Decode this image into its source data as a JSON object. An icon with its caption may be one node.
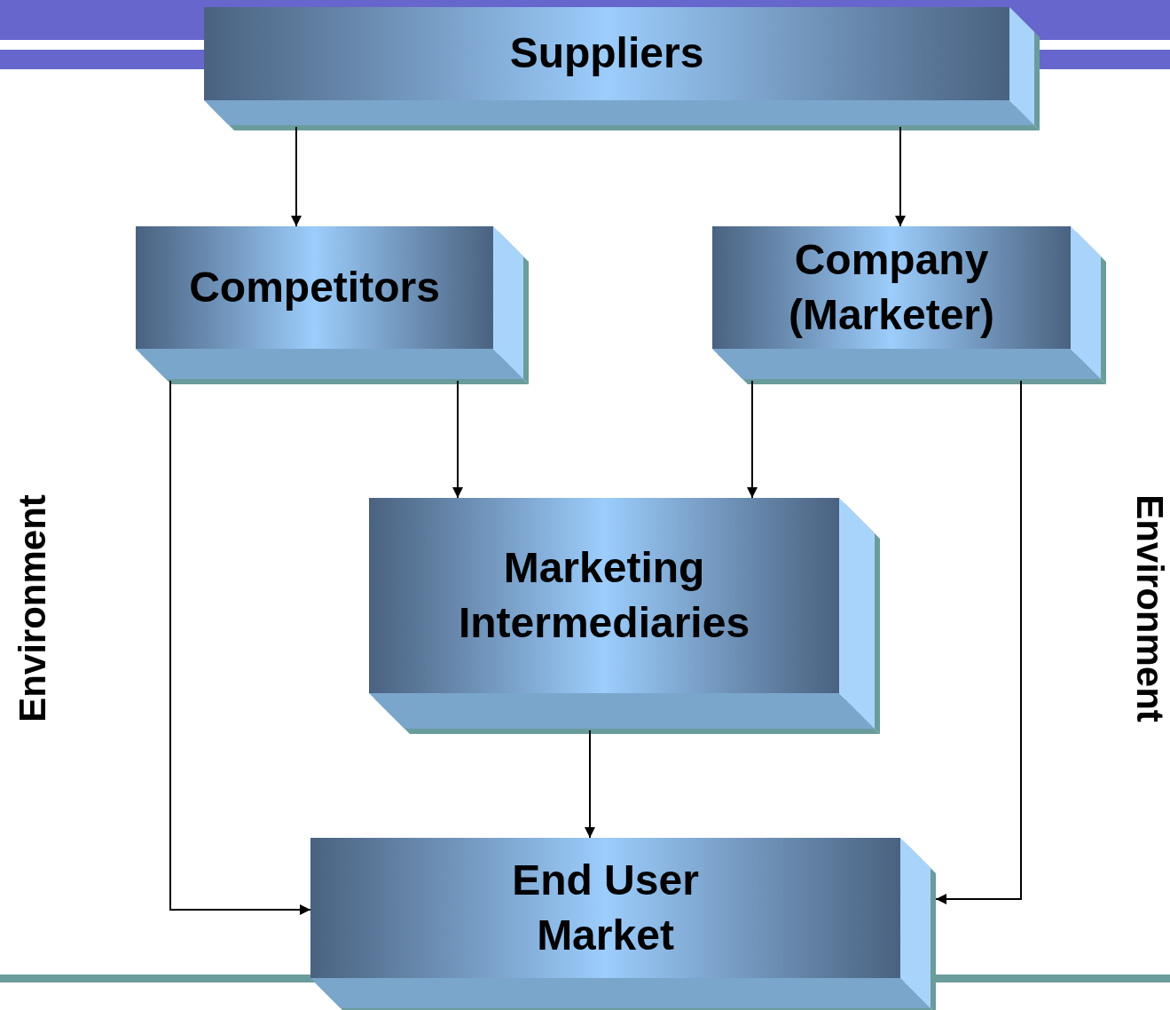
{
  "diagram": {
    "nodes": [
      {
        "text": [
          "Suppliers"
        ]
      },
      {
        "text": [
          "Competitors"
        ]
      },
      {
        "text": [
          "Company (Marketer)"
        ]
      },
      {
        "text": [
          "Marketing Intermediaries"
        ]
      },
      {
        "text": [
          "End User Market"
        ]
      }
    ],
    "edges": [
      {
        "from": 0,
        "to": 1,
        "arrow": "to"
      },
      {
        "from": 0,
        "to": 2,
        "arrow": "to"
      },
      {
        "from": 1,
        "to": 3,
        "arrow": "to"
      },
      {
        "from": 2,
        "to": 3,
        "arrow": "to"
      },
      {
        "from": 1,
        "to": 4,
        "arrow": "to"
      },
      {
        "from": 2,
        "to": 4,
        "arrow": "to"
      },
      {
        "from": 3,
        "to": 4,
        "arrow": "to"
      }
    ],
    "labels": [
      "Environment",
      "Environment"
    ]
  }
}
